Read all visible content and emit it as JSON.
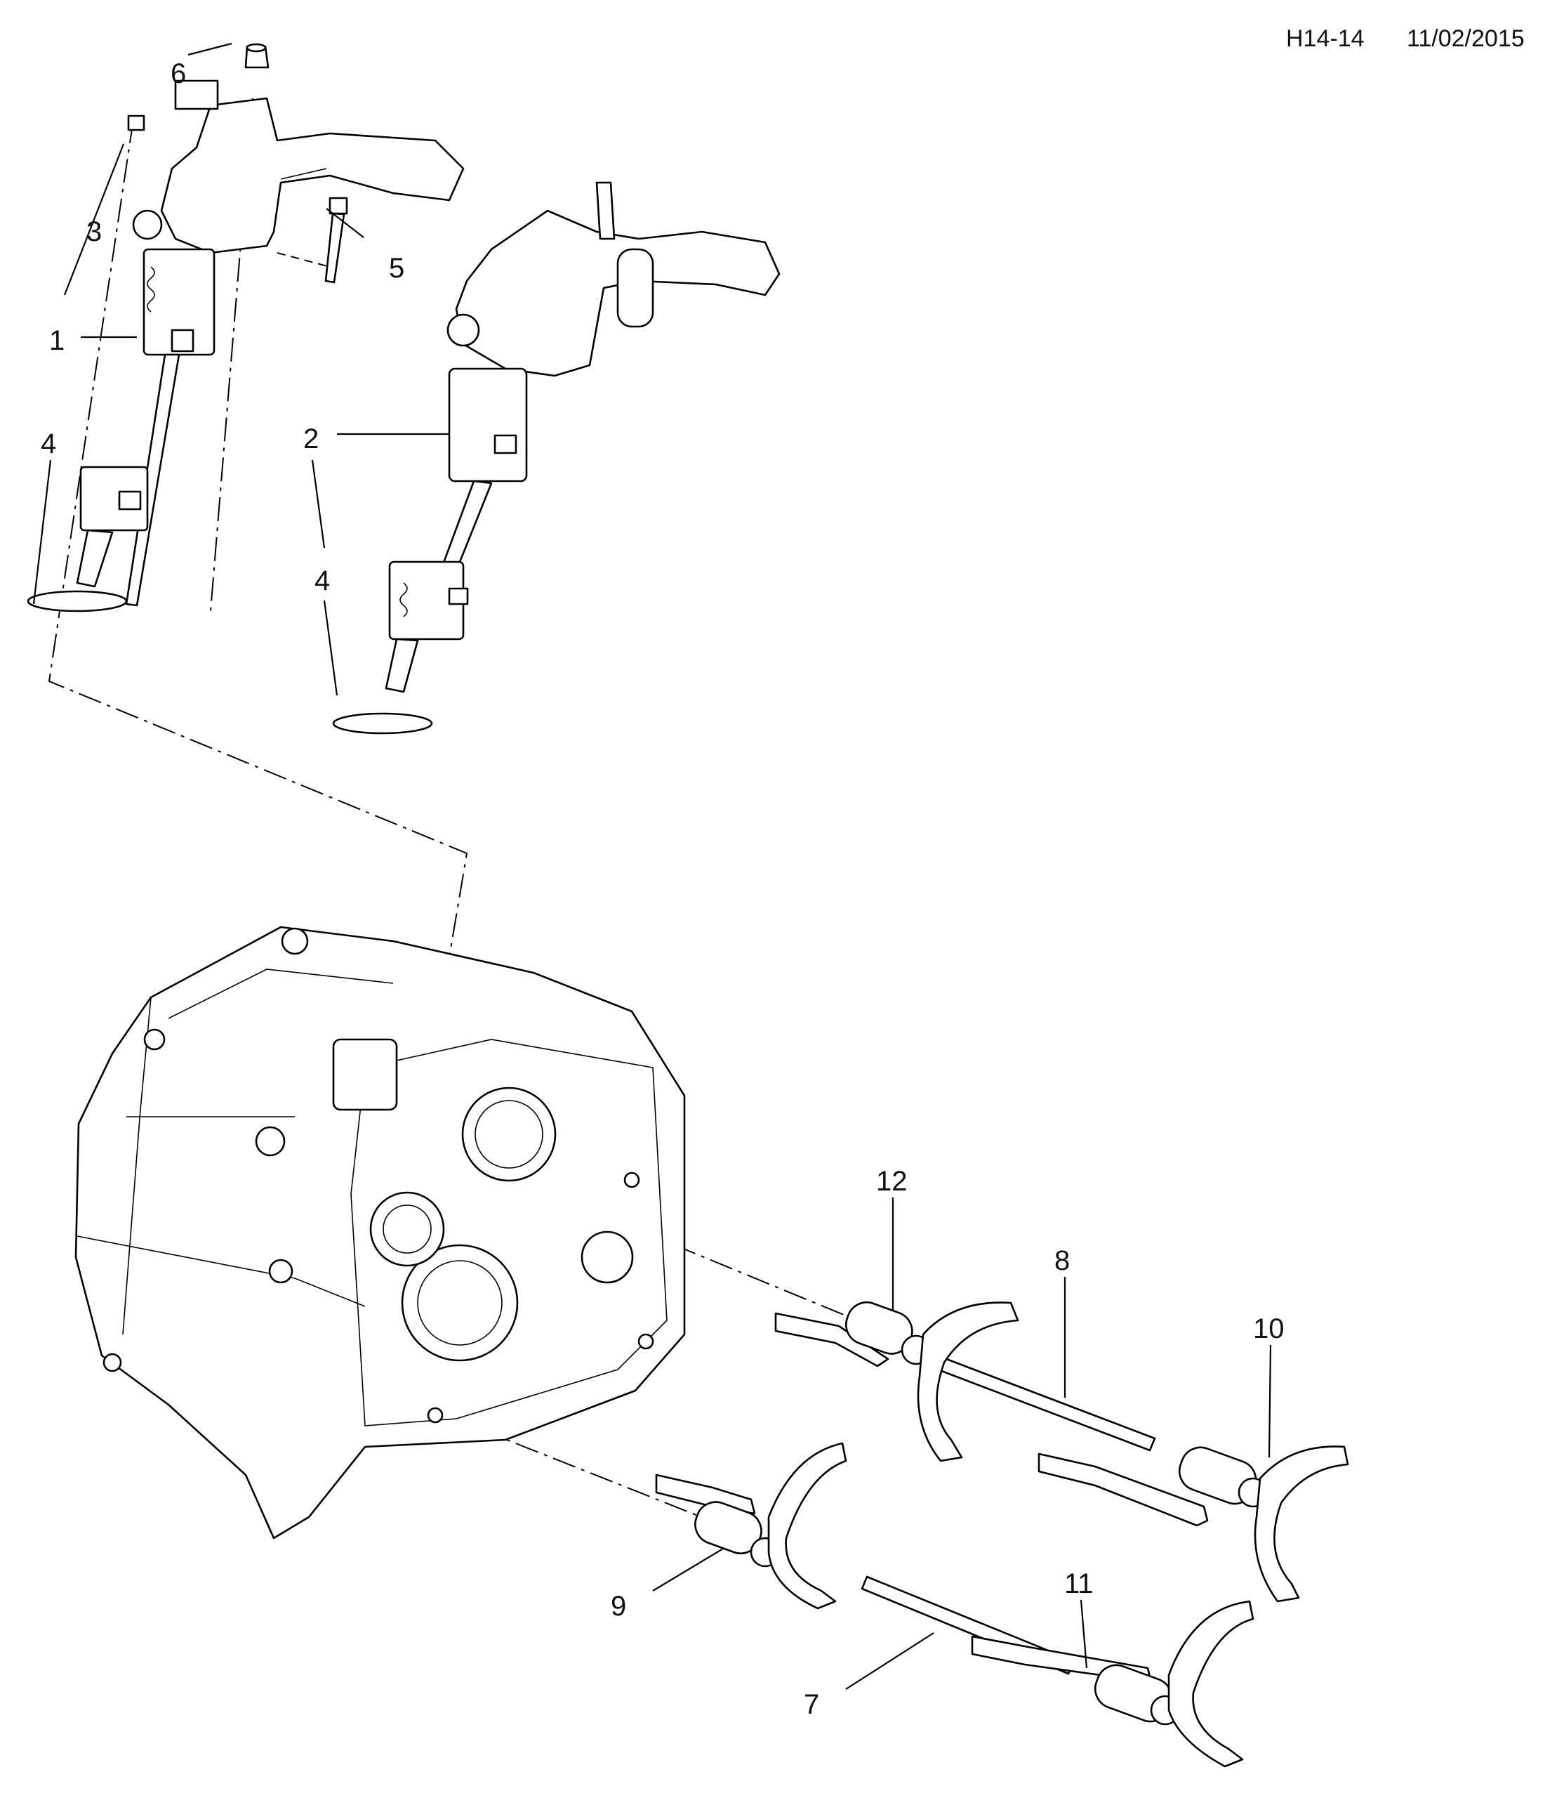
{
  "header": {
    "drawing_code": "H14-14",
    "date": "11/02/2015"
  },
  "callouts": [
    {
      "id": "c1",
      "label": "1"
    },
    {
      "id": "c2",
      "label": "2"
    },
    {
      "id": "c3",
      "label": "3"
    },
    {
      "id": "c4a",
      "label": "4"
    },
    {
      "id": "c4b",
      "label": "4"
    },
    {
      "id": "c5",
      "label": "5"
    },
    {
      "id": "c6",
      "label": "6"
    },
    {
      "id": "c7",
      "label": "7"
    },
    {
      "id": "c8",
      "label": "8"
    },
    {
      "id": "c9",
      "label": "9"
    },
    {
      "id": "c10",
      "label": "10"
    },
    {
      "id": "c11",
      "label": "11"
    },
    {
      "id": "c12",
      "label": "12"
    }
  ]
}
